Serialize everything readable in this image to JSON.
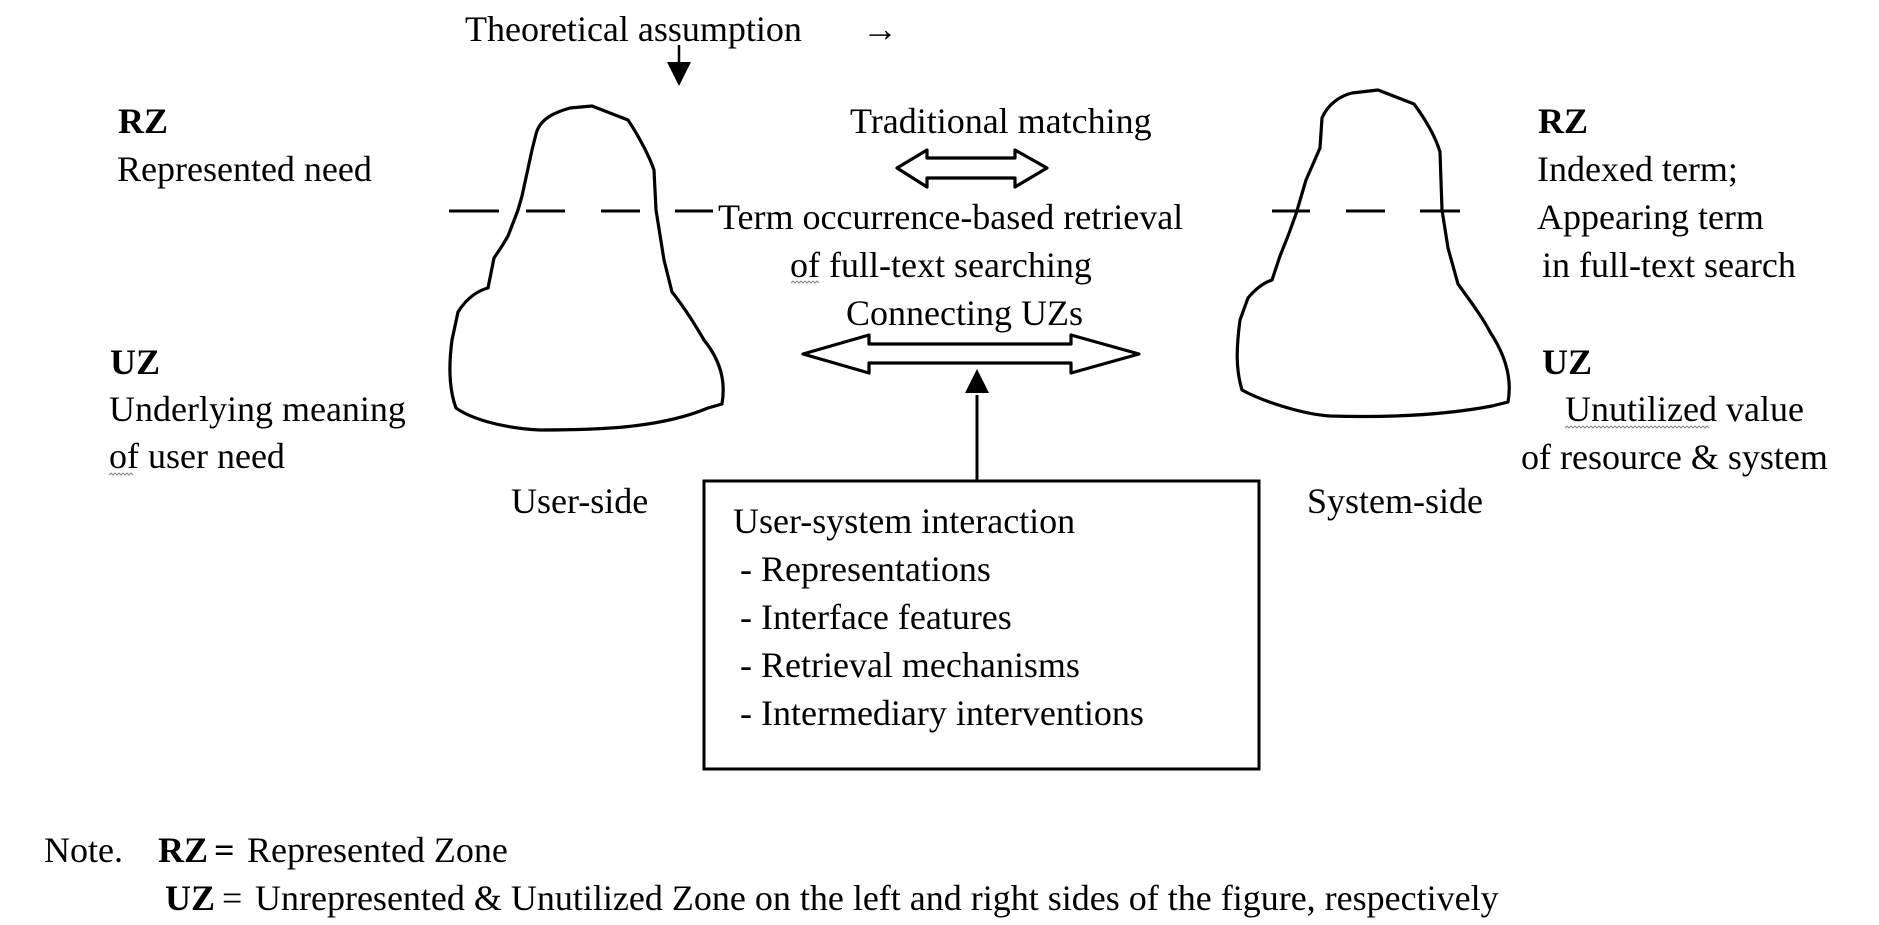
{
  "top": {
    "theoretical_assumption": "Theoretical assumption",
    "arrow_glyph": "→"
  },
  "left": {
    "rz_label": "RZ",
    "rz_desc": "Represented need",
    "uz_label": "UZ",
    "uz_desc_line1": "Underlying meaning",
    "uz_desc_line2": "of user need",
    "side_label": "User-side"
  },
  "right": {
    "rz_label": "RZ",
    "rz_desc_line1": "Indexed term;",
    "rz_desc_line2": "Appearing term",
    "rz_desc_line3": "in full-text search",
    "uz_label": "UZ",
    "uz_desc_line1": "Unutilized value",
    "uz_desc_line2": "of resource & system",
    "side_label": "System-side"
  },
  "center": {
    "traditional_matching": "Traditional matching",
    "term_line1": "Term occurrence-based retrieval",
    "term_line2": "of full-text searching",
    "connecting": "Connecting UZs"
  },
  "box": {
    "title": "User-system interaction",
    "items": [
      "- Representations",
      "- Interface features",
      "- Retrieval mechanisms",
      "- Intermediary interventions"
    ]
  },
  "note": {
    "prefix": "Note.",
    "rz_abbr": "RZ",
    "rz_eq": " = ",
    "rz_def": "Represented Zone",
    "uz_abbr": "UZ",
    "uz_eq": " = ",
    "uz_def": "Unrepresented & Unutilized Zone on the left and right sides of the figure, respectively"
  }
}
